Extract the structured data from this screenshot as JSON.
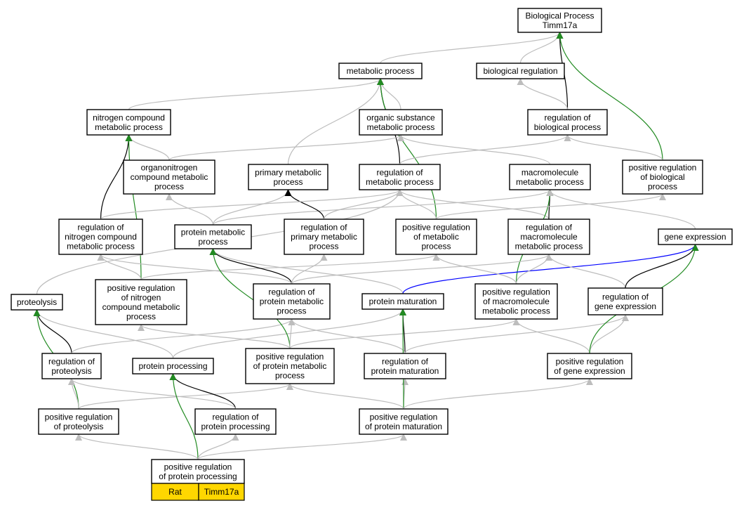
{
  "colors": {
    "is_a": "#bdbdbd",
    "part_of": "#000000",
    "positively_regulates": "#228b22",
    "regulates": "#0000ff",
    "legend_fill": "#ffd700"
  },
  "legend": {
    "species": "Rat",
    "gene": "Timm17a"
  },
  "nodes": {
    "root": [
      "Biological Process",
      "Timm17a"
    ],
    "metabolic": [
      "metabolic process"
    ],
    "bioreg": [
      "biological regulation"
    ],
    "nitro": [
      "nitrogen compound",
      "metabolic process"
    ],
    "orgsub": [
      "organic substance",
      "metabolic process"
    ],
    "regbio": [
      "regulation of",
      "biological process"
    ],
    "organonitro": [
      "organonitrogen",
      "compound metabolic",
      "process"
    ],
    "primary": [
      "primary metabolic",
      "process"
    ],
    "regmet": [
      "regulation of",
      "metabolic process"
    ],
    "macro": [
      "macromolecule",
      "metabolic process"
    ],
    "posregbio": [
      "positive regulation",
      "of biological",
      "process"
    ],
    "regnitro": [
      "regulation of",
      "nitrogen compound",
      "metabolic process"
    ],
    "protmet": [
      "protein metabolic",
      "process"
    ],
    "regprimary": [
      "regulation of",
      "primary metabolic",
      "process"
    ],
    "posregmet": [
      "positive regulation",
      "of metabolic",
      "process"
    ],
    "regmacro": [
      "regulation of",
      "macromolecule",
      "metabolic process"
    ],
    "geneexp": [
      "gene expression"
    ],
    "proteolysis": [
      "proteolysis"
    ],
    "posregnitro": [
      "positive regulation",
      "of nitrogen",
      "compound metabolic",
      "process"
    ],
    "regprotmet": [
      "regulation of",
      "protein metabolic",
      "process"
    ],
    "protmat": [
      "protein maturation"
    ],
    "posregmacro": [
      "positive regulation",
      "of macromolecule",
      "metabolic process"
    ],
    "reggene": [
      "regulation of",
      "gene expression"
    ],
    "regproteolysis": [
      "regulation of",
      "proteolysis"
    ],
    "protproc": [
      "protein processing"
    ],
    "posregprotmet": [
      "positive regulation",
      "of protein metabolic",
      "process"
    ],
    "regprotmat": [
      "regulation of",
      "protein maturation"
    ],
    "posreggene": [
      "positive regulation",
      "of gene expression"
    ],
    "posregproteolysis": [
      "positive regulation",
      "of proteolysis"
    ],
    "regprotproc": [
      "regulation of",
      "protein processing"
    ],
    "posregprotmat": [
      "positive regulation",
      "of protein maturation"
    ],
    "posregprotproc": [
      "positive regulation",
      "of protein processing"
    ]
  },
  "edges": [
    {
      "from": "metabolic",
      "to": "root",
      "type": "is_a"
    },
    {
      "from": "bioreg",
      "to": "root",
      "type": "is_a"
    },
    {
      "from": "regbio",
      "to": "root",
      "type": "part_of"
    },
    {
      "from": "posregbio",
      "to": "root",
      "type": "positively_regulates"
    },
    {
      "from": "nitro",
      "to": "metabolic",
      "type": "is_a"
    },
    {
      "from": "orgsub",
      "to": "metabolic",
      "type": "is_a"
    },
    {
      "from": "primary",
      "to": "metabolic",
      "type": "is_a"
    },
    {
      "from": "regmet",
      "to": "metabolic",
      "type": "part_of"
    },
    {
      "from": "posregmet",
      "to": "metabolic",
      "type": "positively_regulates"
    },
    {
      "from": "regbio",
      "to": "bioreg",
      "type": "is_a"
    },
    {
      "from": "posregbio",
      "to": "regbio",
      "type": "is_a"
    },
    {
      "from": "regmet",
      "to": "regbio",
      "type": "is_a"
    },
    {
      "from": "organonitro",
      "to": "nitro",
      "type": "is_a"
    },
    {
      "from": "organonitro",
      "to": "orgsub",
      "type": "is_a"
    },
    {
      "from": "macro",
      "to": "orgsub",
      "type": "is_a"
    },
    {
      "from": "regnitro",
      "to": "nitro",
      "type": "part_of"
    },
    {
      "from": "posregnitro",
      "to": "nitro",
      "type": "positively_regulates"
    },
    {
      "from": "protmet",
      "to": "organonitro",
      "type": "is_a"
    },
    {
      "from": "protmet",
      "to": "primary",
      "type": "is_a"
    },
    {
      "from": "protmet",
      "to": "macro",
      "type": "is_a"
    },
    {
      "from": "regprimary",
      "to": "primary",
      "type": "part_of"
    },
    {
      "from": "regprimary",
      "to": "regmet",
      "type": "is_a"
    },
    {
      "from": "regnitro",
      "to": "regmet",
      "type": "is_a"
    },
    {
      "from": "posregmet",
      "to": "regmet",
      "type": "is_a"
    },
    {
      "from": "regmacro",
      "to": "regmet",
      "type": "is_a"
    },
    {
      "from": "regmacro",
      "to": "macro",
      "type": "part_of"
    },
    {
      "from": "posregmacro",
      "to": "macro",
      "type": "positively_regulates"
    },
    {
      "from": "posregmet",
      "to": "posregbio",
      "type": "is_a"
    },
    {
      "from": "geneexp",
      "to": "macro",
      "type": "is_a"
    },
    {
      "from": "posregnitro",
      "to": "regnitro",
      "type": "is_a"
    },
    {
      "from": "posregnitro",
      "to": "posregmet",
      "type": "is_a"
    },
    {
      "from": "regprotmet",
      "to": "protmet",
      "type": "part_of"
    },
    {
      "from": "regprotmet",
      "to": "regprimary",
      "type": "is_a"
    },
    {
      "from": "regprotmet",
      "to": "regnitro",
      "type": "is_a"
    },
    {
      "from": "regprotmet",
      "to": "regmacro",
      "type": "is_a"
    },
    {
      "from": "proteolysis",
      "to": "regmet",
      "type": "is_a"
    },
    {
      "from": "protmat",
      "to": "protmet",
      "type": "is_a"
    },
    {
      "from": "protmat",
      "to": "geneexp",
      "type": "regulates"
    },
    {
      "from": "posregmacro",
      "to": "regmacro",
      "type": "is_a"
    },
    {
      "from": "posregmacro",
      "to": "posregmet",
      "type": "is_a"
    },
    {
      "from": "reggene",
      "to": "regmacro",
      "type": "is_a"
    },
    {
      "from": "reggene",
      "to": "geneexp",
      "type": "part_of"
    },
    {
      "from": "regproteolysis",
      "to": "proteolysis",
      "type": "part_of"
    },
    {
      "from": "regproteolysis",
      "to": "regprotmet",
      "type": "is_a"
    },
    {
      "from": "protproc",
      "to": "proteolysis",
      "type": "is_a"
    },
    {
      "from": "protproc",
      "to": "protmat",
      "type": "is_a"
    },
    {
      "from": "posregprotmet",
      "to": "protmet",
      "type": "positively_regulates"
    },
    {
      "from": "posregprotmet",
      "to": "regprotmet",
      "type": "is_a"
    },
    {
      "from": "posregprotmet",
      "to": "posregnitro",
      "type": "is_a"
    },
    {
      "from": "posregprotmet",
      "to": "posregmacro",
      "type": "is_a"
    },
    {
      "from": "regprotmat",
      "to": "protmat",
      "type": "part_of"
    },
    {
      "from": "regprotmat",
      "to": "regprotmet",
      "type": "is_a"
    },
    {
      "from": "regprotmat",
      "to": "reggene",
      "type": "is_a"
    },
    {
      "from": "posreggene",
      "to": "reggene",
      "type": "is_a"
    },
    {
      "from": "posreggene",
      "to": "posregmacro",
      "type": "is_a"
    },
    {
      "from": "posreggene",
      "to": "geneexp",
      "type": "positively_regulates"
    },
    {
      "from": "posregproteolysis",
      "to": "proteolysis",
      "type": "positively_regulates"
    },
    {
      "from": "posregproteolysis",
      "to": "regproteolysis",
      "type": "is_a"
    },
    {
      "from": "posregproteolysis",
      "to": "posregprotmet",
      "type": "is_a"
    },
    {
      "from": "regprotproc",
      "to": "protproc",
      "type": "part_of"
    },
    {
      "from": "regprotproc",
      "to": "regproteolysis",
      "type": "is_a"
    },
    {
      "from": "posregprotmat",
      "to": "regprotmat",
      "type": "is_a"
    },
    {
      "from": "posregprotmat",
      "to": "protmat",
      "type": "positively_regulates"
    },
    {
      "from": "posregprotmat",
      "to": "posregprotmet",
      "type": "is_a"
    },
    {
      "from": "posregprotmat",
      "to": "posreggene",
      "type": "is_a"
    },
    {
      "from": "posregprotproc",
      "to": "protproc",
      "type": "positively_regulates"
    },
    {
      "from": "posregprotproc",
      "to": "regprotproc",
      "type": "is_a"
    },
    {
      "from": "posregprotproc",
      "to": "posregproteolysis",
      "type": "is_a"
    },
    {
      "from": "posregprotproc",
      "to": "posregprotmat",
      "type": "is_a"
    }
  ]
}
